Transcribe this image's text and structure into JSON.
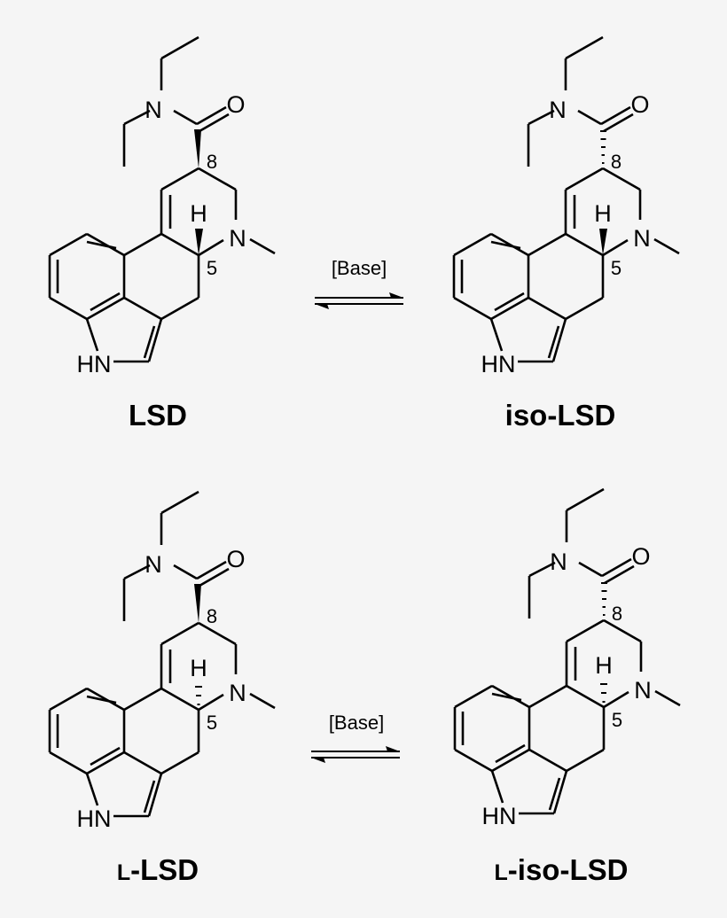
{
  "diagram": {
    "type": "chemical-equilibrium-scheme",
    "background": "#f5f5f5",
    "molecules": [
      {
        "id": "lsd",
        "name": "LSD",
        "name_prefix": "",
        "c8_bond": "wedge",
        "c5_h_bond": "wedge",
        "position": "top-left"
      },
      {
        "id": "iso-lsd",
        "name": "iso-LSD",
        "name_prefix": "",
        "c8_bond": "hash",
        "c5_h_bond": "wedge",
        "position": "top-right"
      },
      {
        "id": "l-lsd",
        "name": "-LSD",
        "name_prefix": "L",
        "c8_bond": "wedge",
        "c5_h_bond": "hash",
        "position": "bottom-left"
      },
      {
        "id": "l-iso-lsd",
        "name": "-iso-LSD",
        "name_prefix": "L",
        "c8_bond": "hash",
        "c5_h_bond": "hash",
        "position": "bottom-right"
      }
    ],
    "atom_labels": {
      "amide_n": "N",
      "carbonyl_o": "O",
      "ring_n": "N",
      "indole_nh": "HN",
      "h": "H",
      "c8": "8",
      "c5": "5"
    },
    "reactions": [
      {
        "from": "lsd",
        "to": "iso-lsd",
        "condition": "[Base]",
        "arrow": "equilibrium"
      },
      {
        "from": "l-lsd",
        "to": "l-iso-lsd",
        "condition": "[Base]",
        "arrow": "equilibrium"
      }
    ]
  }
}
